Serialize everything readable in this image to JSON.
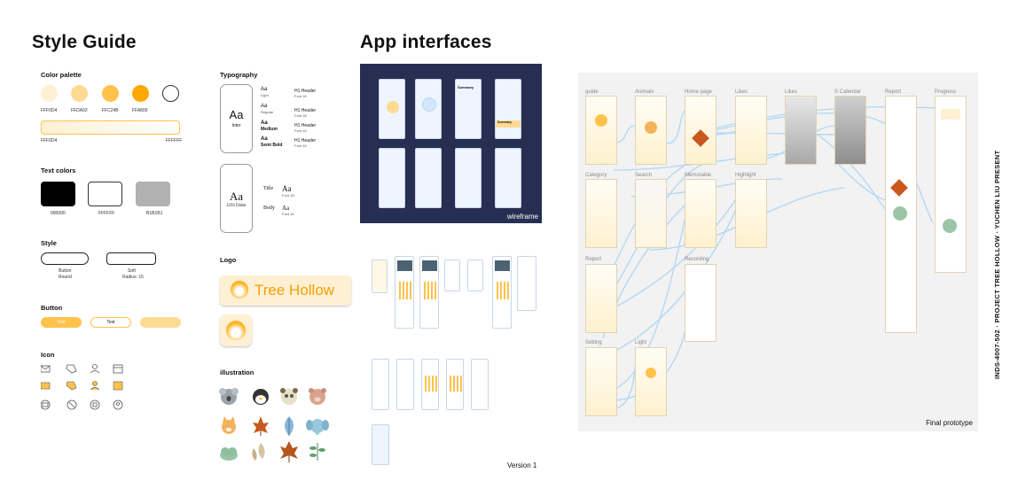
{
  "style_guide": {
    "title": "Style Guide",
    "color_palette": {
      "heading": "Color palette",
      "swatches": [
        {
          "hex": "#FFF0D4",
          "label": "FFF0D4"
        },
        {
          "hex": "#FFDA92",
          "label": "FFDA92"
        },
        {
          "hex": "#FFC24B",
          "label": "FFC24B"
        },
        {
          "hex": "#FFA800",
          "label": "FFA800"
        },
        {
          "hex": "#FFFFFF",
          "label": ""
        }
      ],
      "gradient_start": "FFF0D4",
      "gradient_end": "FFFFFF"
    },
    "text_colors": {
      "heading": "Text colors",
      "swatches": [
        {
          "hex": "#000000",
          "label": "000000"
        },
        {
          "hex": "#FFFFFF",
          "label": "FFFFFF"
        },
        {
          "hex": "#B1B1B1",
          "label": "B1B1B1"
        }
      ]
    },
    "style": {
      "heading": "Style",
      "button_round_label_1": "Button",
      "button_round_label_2": "Round",
      "soft_radius_label_1": "Soft",
      "soft_radius_label_2": "Radius: 15"
    },
    "button": {
      "heading": "Button",
      "filled_text": "Text",
      "outline_text": "Text"
    },
    "icon": {
      "heading": "Icon",
      "icons": [
        "mail-icon",
        "tag-icon",
        "person-icon",
        "calendar-icon"
      ]
    }
  },
  "typography": {
    "heading": "Typography",
    "inter_sample": "Aa",
    "inter_name": "Inter",
    "rows": [
      {
        "sample": "Aa",
        "weight": "Light",
        "role": "H1 Header",
        "size": "Font 18"
      },
      {
        "sample": "Aa",
        "weight": "Regular",
        "role": "H1 Header",
        "size": "Font 18"
      },
      {
        "sample": "Aa",
        "weight": "Medium",
        "role": "H1 Header",
        "size": "Font 15"
      },
      {
        "sample": "Aa",
        "weight": "Semi Bold",
        "role": "H1 Header",
        "size": "Font 15"
      }
    ],
    "serif_sample": "Aa",
    "serif_name": "GFS Didot",
    "serif_rows": [
      {
        "role": "Title",
        "sample": "Aa",
        "size": "Font 18"
      },
      {
        "role": "Body",
        "sample": "Aa",
        "size": "Font 16"
      }
    ]
  },
  "logo": {
    "heading": "Logo",
    "wordmark": "Tree Hollow"
  },
  "illustration": {
    "heading": "illustration"
  },
  "app_interfaces": {
    "title": "App interfaces",
    "wireframe_label": "wireframe",
    "version_label": "Version 1",
    "wireframe_screen_labels": [
      "Summary",
      "Summary"
    ]
  },
  "prototype": {
    "label": "Final prototype",
    "screen_labels": [
      "guide",
      "Animals",
      "Home page",
      "Likes",
      "Likes",
      "S Calendar",
      "Report",
      "Progress",
      "Category",
      "Search",
      "Memorable",
      "Highlight",
      "Report",
      "Recording",
      "Setting",
      "Light"
    ]
  },
  "side_caption": "INDS-4007-502 · PROJECT TREE HOLLOW · YUCHEN LIU PRESENT",
  "colors": {
    "accent": "#FFC24B",
    "accent_dark": "#FFA800",
    "wireframe_bg": "#262E52",
    "prototype_bg": "#F2F2F2",
    "connector": "#A9D3F5"
  }
}
